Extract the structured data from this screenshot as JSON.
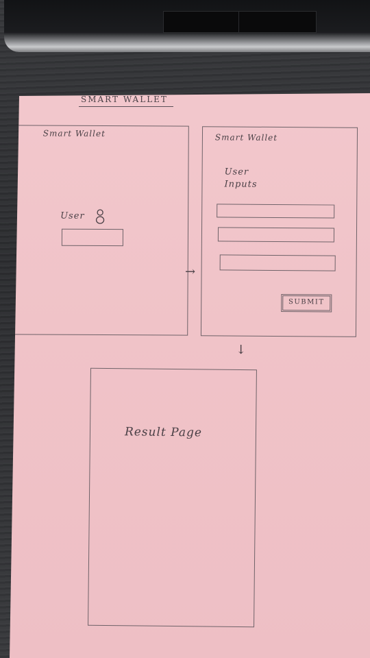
{
  "sheet": {
    "heading": "SMART WALLET"
  },
  "screens": {
    "login": {
      "title": "Smart Wallet",
      "user_label": "User",
      "user_icon": "person-icon"
    },
    "inputs": {
      "title": "Smart Wallet",
      "label_line1": "User",
      "label_line2": "Inputs",
      "submit_label": "SUBMIT"
    },
    "result": {
      "title": "Result Page"
    }
  },
  "connectors": {
    "right_arrow": "→",
    "down_arrow": "↓"
  },
  "colors": {
    "paper": "#f0c3c8",
    "ink": "#4a4046",
    "desk": "#2c2d30"
  }
}
